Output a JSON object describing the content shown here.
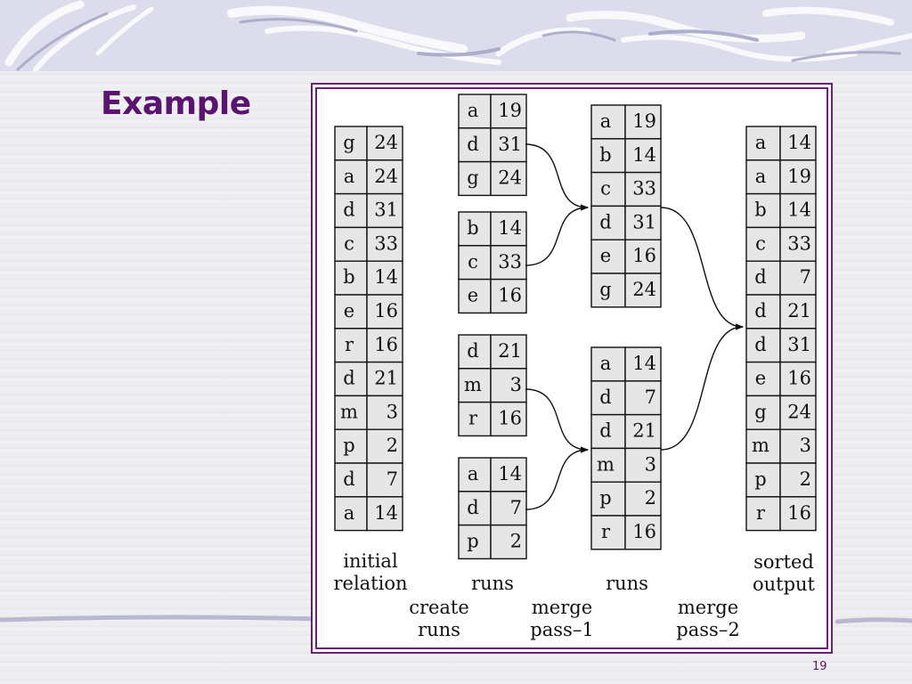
{
  "slide": {
    "title": "Example",
    "page_number": "19"
  },
  "tables": [
    {
      "id": "initial-relation",
      "rows": [
        [
          "g",
          "24"
        ],
        [
          "a",
          "24"
        ],
        [
          "d",
          "31"
        ],
        [
          "c",
          "33"
        ],
        [
          "b",
          "14"
        ],
        [
          "e",
          "16"
        ],
        [
          "r",
          "16"
        ],
        [
          "d",
          "21"
        ],
        [
          "m",
          "3"
        ],
        [
          "p",
          "2"
        ],
        [
          "d",
          "7"
        ],
        [
          "a",
          "14"
        ]
      ]
    },
    {
      "id": "run-1",
      "rows": [
        [
          "a",
          "19"
        ],
        [
          "d",
          "31"
        ],
        [
          "g",
          "24"
        ]
      ]
    },
    {
      "id": "run-2",
      "rows": [
        [
          "b",
          "14"
        ],
        [
          "c",
          "33"
        ],
        [
          "e",
          "16"
        ]
      ]
    },
    {
      "id": "run-3",
      "rows": [
        [
          "d",
          "21"
        ],
        [
          "m",
          "3"
        ],
        [
          "r",
          "16"
        ]
      ]
    },
    {
      "id": "run-4",
      "rows": [
        [
          "a",
          "14"
        ],
        [
          "d",
          "7"
        ],
        [
          "p",
          "2"
        ]
      ]
    },
    {
      "id": "merged-run-1",
      "rows": [
        [
          "a",
          "19"
        ],
        [
          "b",
          "14"
        ],
        [
          "c",
          "33"
        ],
        [
          "d",
          "31"
        ],
        [
          "e",
          "16"
        ],
        [
          "g",
          "24"
        ]
      ]
    },
    {
      "id": "merged-run-2",
      "rows": [
        [
          "a",
          "14"
        ],
        [
          "d",
          "7"
        ],
        [
          "d",
          "21"
        ],
        [
          "m",
          "3"
        ],
        [
          "p",
          "2"
        ],
        [
          "r",
          "16"
        ]
      ]
    },
    {
      "id": "sorted-output",
      "rows": [
        [
          "a",
          "14"
        ],
        [
          "a",
          "19"
        ],
        [
          "b",
          "14"
        ],
        [
          "c",
          "33"
        ],
        [
          "d",
          "7"
        ],
        [
          "d",
          "21"
        ],
        [
          "d",
          "31"
        ],
        [
          "e",
          "16"
        ],
        [
          "g",
          "24"
        ],
        [
          "m",
          "3"
        ],
        [
          "p",
          "2"
        ],
        [
          "r",
          "16"
        ]
      ]
    }
  ],
  "labels": [
    {
      "id": "initial-relation-label",
      "lines": [
        "initial",
        "relation"
      ]
    },
    {
      "id": "runs-label-1",
      "lines": [
        "runs"
      ]
    },
    {
      "id": "runs-label-2",
      "lines": [
        "runs"
      ]
    },
    {
      "id": "sorted-output-label",
      "lines": [
        "sorted",
        "output"
      ]
    },
    {
      "id": "create-runs-label",
      "lines": [
        "create",
        "runs"
      ]
    },
    {
      "id": "merge-pass-1-label",
      "lines": [
        "merge",
        "pass–1"
      ]
    },
    {
      "id": "merge-pass-2-label",
      "lines": [
        "merge",
        "pass–2"
      ]
    }
  ],
  "colors": {
    "title": "#5a1470",
    "frame": "#6b1f7a",
    "cell_fill": "#e6e6e6"
  }
}
